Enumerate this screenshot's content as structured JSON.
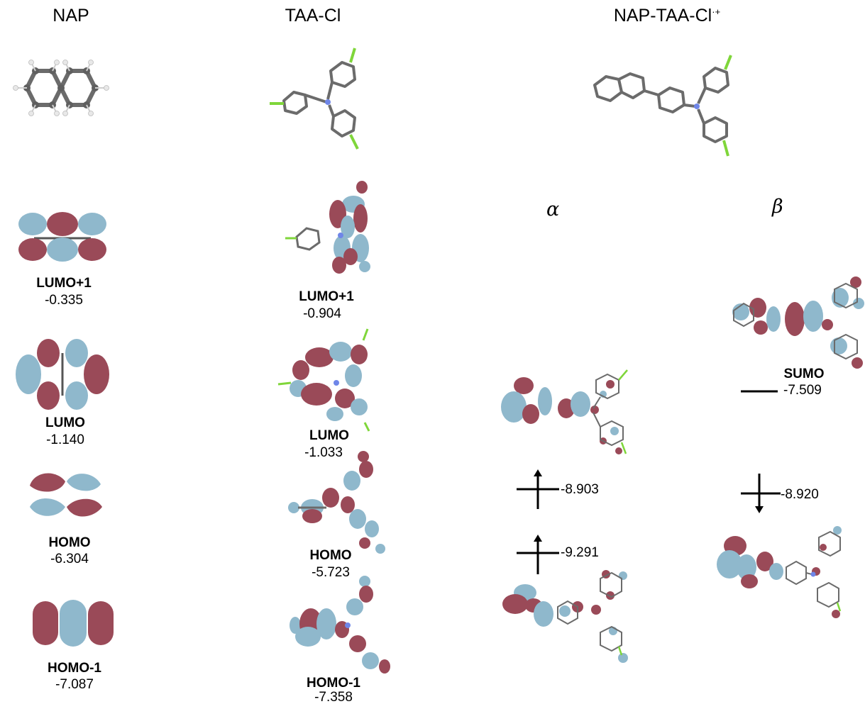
{
  "columns": {
    "nap": "NAP",
    "taa": "TAA-Cl",
    "cation_base": "NAP-TAA-Cl",
    "cation_charge": "·+"
  },
  "spin": {
    "alpha": "α",
    "beta": "β"
  },
  "nap_orbitals": [
    {
      "name": "LUMO+1",
      "energy": "-0.335"
    },
    {
      "name": "LUMO",
      "energy": "-1.140"
    },
    {
      "name": "HOMO",
      "energy": "-6.304"
    },
    {
      "name": "HOMO-1",
      "energy": "-7.087"
    }
  ],
  "taa_orbitals": [
    {
      "name": "LUMO+1",
      "energy": "-0.904"
    },
    {
      "name": "LUMO",
      "energy": "-1.033"
    },
    {
      "name": "HOMO",
      "energy": "-5.723"
    },
    {
      "name": "HOMO-1",
      "energy": "-7.358"
    }
  ],
  "cation_alpha_levels": [
    {
      "energy": "-8.903",
      "spin": "up"
    },
    {
      "energy": "-9.291",
      "spin": "up"
    }
  ],
  "cation_beta_levels": [
    {
      "name": "SUMO",
      "energy": "-7.509",
      "spin": "empty"
    },
    {
      "energy": "-8.920",
      "spin": "down"
    }
  ],
  "colors": {
    "lobe_positive": "#9a4a58",
    "lobe_negative": "#8fb8cc",
    "carbon": "#6b6b6b",
    "hydrogen": "#e6e6e6",
    "nitrogen": "#6f86e8",
    "chlorine": "#7fd63a"
  }
}
